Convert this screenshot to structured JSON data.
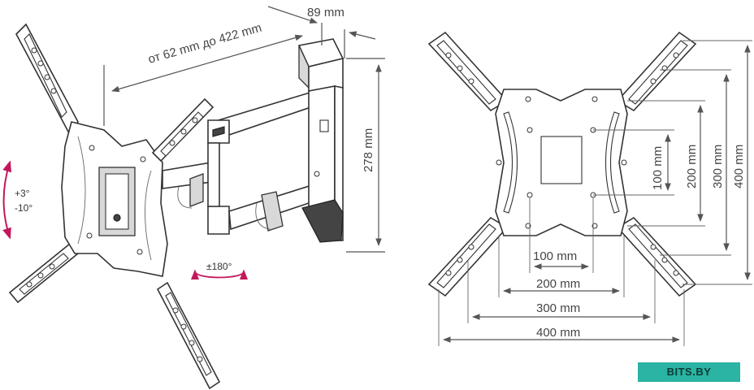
{
  "left_view": {
    "arm_reach": "от 62 mm до 422 mm",
    "depth": "89 mm",
    "height": "278 mm",
    "tilt_up": "+3°",
    "tilt_down": "-10°",
    "swivel": "±180°"
  },
  "right_view": {
    "dim_v100": "100 mm",
    "dim_v200": "200 mm",
    "dim_v300": "300 mm",
    "dim_v400": "400 mm",
    "dim_h100": "100 mm",
    "dim_h200": "200 mm",
    "dim_h300": "300 mm",
    "dim_h400": "400 mm"
  },
  "watermark": "BITS.BY",
  "colors": {
    "tilt_arrow": "#c2185b",
    "rotate_arrow": "#c2185b",
    "watermark_bg": "#2bb3a3"
  }
}
